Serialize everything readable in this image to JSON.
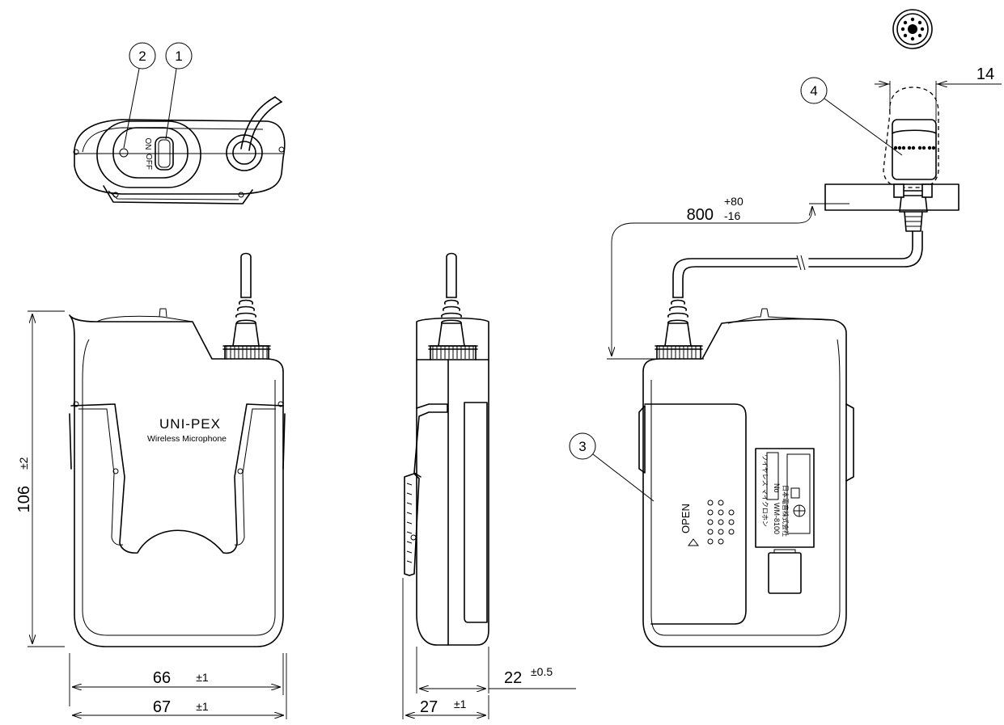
{
  "dimensions": {
    "height": {
      "value": "106",
      "tol": "±2"
    },
    "width_66": {
      "value": "66",
      "tol": "±1"
    },
    "width_67": {
      "value": "67",
      "tol": "±1"
    },
    "depth_22": {
      "value": "22",
      "tol": "±0.5"
    },
    "depth_27": {
      "value": "27",
      "tol": "±1"
    },
    "cable": {
      "value": "800",
      "tol_upper": "+80",
      "tol_lower": "-16"
    },
    "mic": {
      "value": "14"
    }
  },
  "callouts": [
    "1",
    "2",
    "3",
    "4"
  ],
  "labels": {
    "brand": "UNI-PEX",
    "subtitle": "Wireless Microphone",
    "open": "OPEN",
    "on": "ON",
    "off": "OFF",
    "label_product": "ワイヤレス マイクロホン",
    "label_model": "WM-8100",
    "label_no": "No",
    "label_maker": "日本電音株式会社"
  }
}
